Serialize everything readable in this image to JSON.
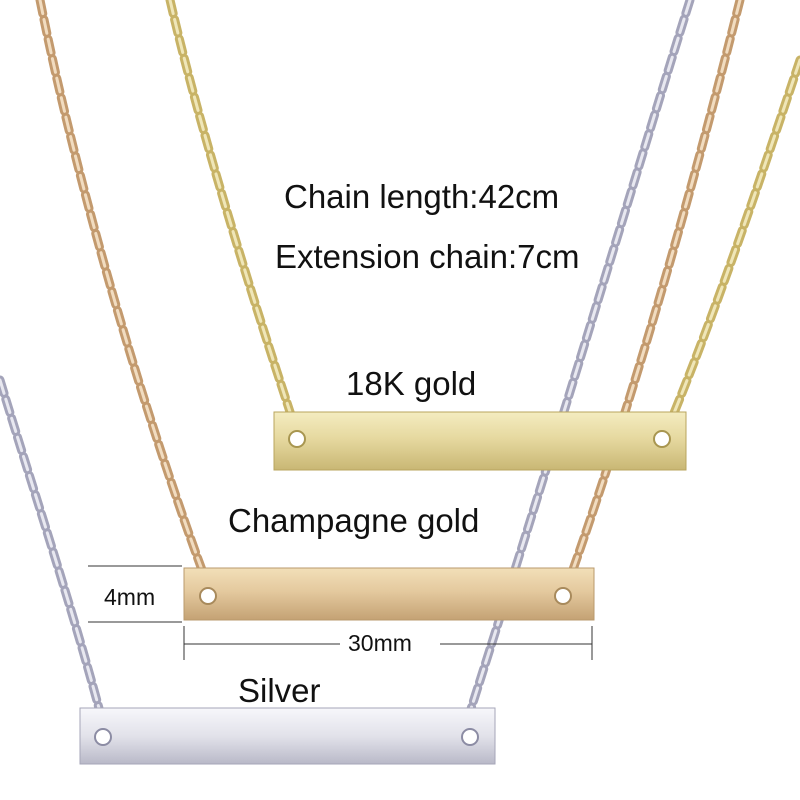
{
  "specs": {
    "chain_length": "Chain length:42cm",
    "extension_chain": "Extension chain:7cm"
  },
  "variants": {
    "gold_18k": "18K gold",
    "champagne_gold": "Champagne gold",
    "silver": "Silver"
  },
  "dimensions": {
    "height": "4mm",
    "width": "30mm"
  },
  "colors": {
    "gold_18k": "#e2d487",
    "champagne_gold": "#e3c89c",
    "silver": "#dcdce6",
    "chain_gold": "#c9b46a",
    "chain_champagne": "#c89c70",
    "chain_silver": "#9a9ab0"
  }
}
